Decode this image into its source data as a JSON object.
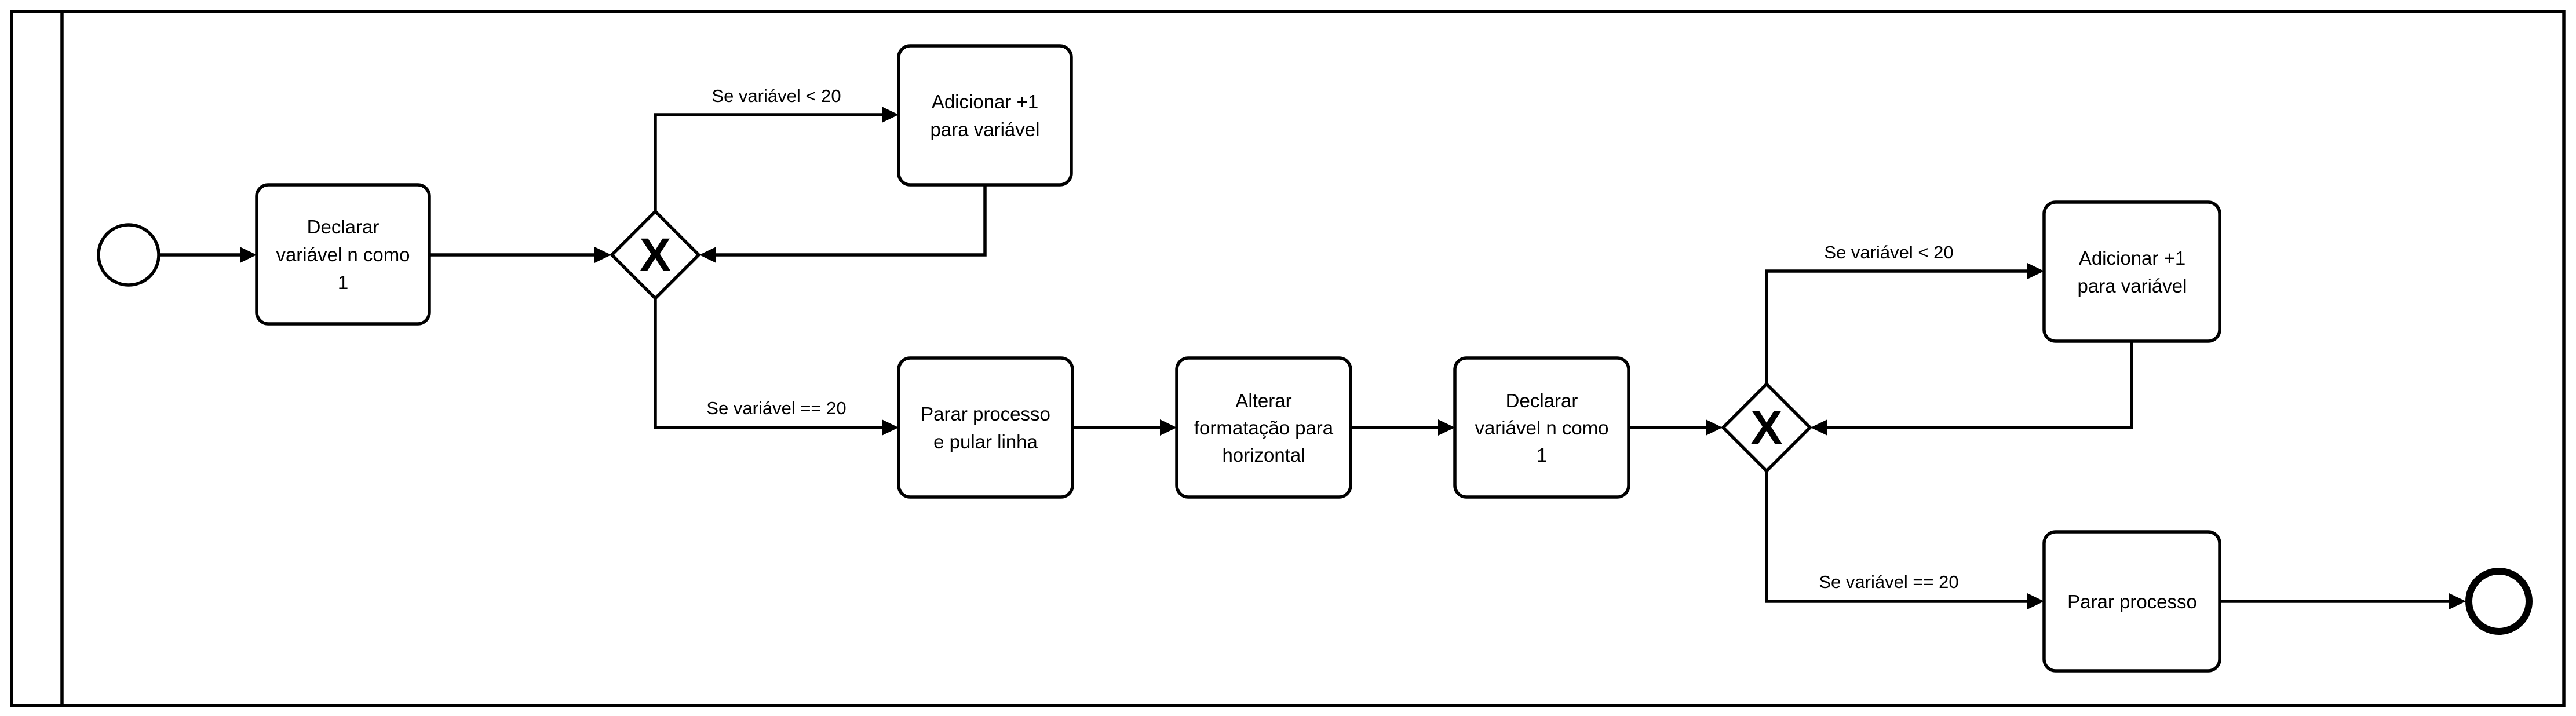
{
  "diagram": {
    "tasks": [
      {
        "id": "t1",
        "lines": [
          "Declarar",
          "variável n como",
          "1"
        ]
      },
      {
        "id": "t2",
        "lines": [
          "Adicionar +1",
          "para variável"
        ]
      },
      {
        "id": "t3",
        "lines": [
          "Parar processo",
          "e pular linha"
        ]
      },
      {
        "id": "t4",
        "lines": [
          "Alterar",
          "formatação para",
          "horizontal"
        ]
      },
      {
        "id": "t5",
        "lines": [
          "Declarar",
          "variável n como",
          "1"
        ]
      },
      {
        "id": "t6",
        "lines": [
          "Adicionar +1",
          "para variável"
        ]
      },
      {
        "id": "t7",
        "lines": [
          "Parar processo"
        ]
      }
    ],
    "gateways": [
      {
        "id": "g1",
        "symbol": "X"
      },
      {
        "id": "g2",
        "symbol": "X"
      }
    ],
    "edge_labels": {
      "g1_top": "Se variável < 20",
      "g1_bottom": "Se variável == 20",
      "g2_top": "Se variável < 20",
      "g2_bottom": "Se variável == 20"
    }
  }
}
